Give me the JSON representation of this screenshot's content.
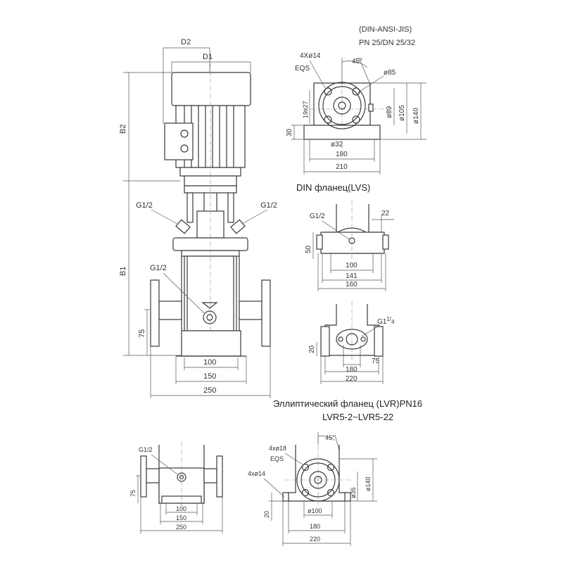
{
  "standard_note": "(DIN-ANSI-JIS)",
  "pressure_note": "PN 25/DN 25/32",
  "din_caption": "DIN фланец(LVS)",
  "lvr_caption": "Эллиптический фланец (LVR)PN16",
  "lvr_models": "LVR5-2~LVR5-22",
  "pump": {
    "d2": "D2",
    "d1": "D1",
    "b2": "B2",
    "b1": "B1",
    "g_left": "G1/2",
    "g_right": "G1/2",
    "g_drain": "G1/2",
    "d75": "75",
    "d100": "100",
    "d150": "150",
    "d250": "250"
  },
  "din_flange": {
    "holes": "4Xø14",
    "eqs": "EQS",
    "angle": "45°",
    "d85": "ø85",
    "d89": "ø89",
    "d105": "ø105",
    "d140": "ø140",
    "d19x27": "19x27",
    "d30": "30",
    "d32": "ø32",
    "d180": "180",
    "d210": "210"
  },
  "lvs_base": {
    "g": "G1/2",
    "d22": "22",
    "d50": "50",
    "d100": "100",
    "d141": "141",
    "d160": "160"
  },
  "lvr_base": {
    "g": "G1",
    "g_sup": "1",
    "g_sub": "4",
    "d20": "20",
    "d75": "75",
    "d180": "180",
    "d220": "220"
  },
  "small_pump": {
    "g": "G1/2",
    "d75": "75",
    "d100": "100",
    "d150": "150",
    "d250": "250"
  },
  "small_flange": {
    "holes1": "4xø18",
    "eqs": "EQS",
    "holes2": "4xø14",
    "angle": "45°",
    "d35": "ø35",
    "d140": "ø140",
    "d100": "ø100",
    "d20": "20",
    "d180": "180",
    "d220": "220"
  }
}
